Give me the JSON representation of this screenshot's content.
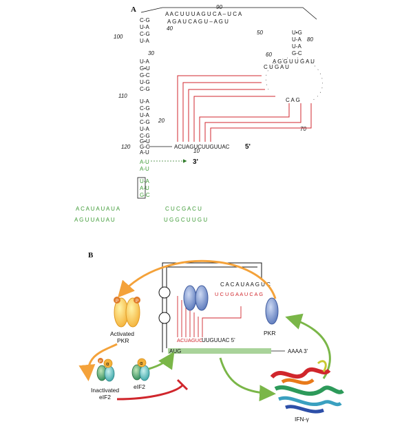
{
  "panels": {
    "a": "A",
    "b": "B"
  },
  "panel_a": {
    "top_loop": "A A C U U U A G U C A – U C A",
    "top_strand": "A G A U C A G U – A G U",
    "num_90": "90",
    "num_40": "40",
    "num_50": "50",
    "num_100": "100",
    "num_30": "30",
    "num_80": "80",
    "num_60": "60",
    "num_110": "110",
    "num_20": "20",
    "num_120": "120",
    "num_10": "10",
    "num_70": "70",
    "left_stem_top": [
      "C-G",
      "U-A",
      "C-G",
      "U-A"
    ],
    "left_mid": [
      "U-A",
      "G•U",
      "G-C",
      "U-G",
      "C-G"
    ],
    "left_low": [
      "U-A",
      "C-G",
      "U-A",
      "C-G",
      "U-A",
      "C-G",
      "G•U",
      "G-C",
      "A-U"
    ],
    "right_stem": [
      "U•G",
      "U-A",
      "U-A",
      "G-C"
    ],
    "loop_right": "A G G U U G A U",
    "red_strand": "C U G A U",
    "red_loop_right": "C A G",
    "five_seq": "ACUAGUCUUGUUAC",
    "five_label": "5'",
    "three_label": "3'",
    "green_stem": [
      "A-U",
      "A-U",
      "U-A",
      "A-U",
      "G-C"
    ],
    "green_hairpin_left_top": "A C A U A U A U A",
    "green_hairpin_left_bot": "A G U U A U A U",
    "green_hairpin_right_top": "C U C G A C U",
    "green_hairpin_right_bot": "U G G C U U G U"
  },
  "panel_b": {
    "p_label": "P",
    "alpha": "α",
    "activated_pkr": [
      "Activated",
      "PKR"
    ],
    "inactivated_eif2": [
      "Inactivated",
      "eIF2"
    ],
    "eif2": "eIF2",
    "pkr": "PKR",
    "ifn": "IFN-γ",
    "aug": "AUG",
    "aaaa": "AAAA 3'",
    "red_seq": "ACUAGUC",
    "black_seq": "UUGUUAC 5'",
    "loop_letters": "C A C A U A A G U C",
    "red_letters": "U C U G A A U C A G",
    "colors": {
      "orange": "#f4a23a",
      "green": "#7ab648",
      "red": "#d0262c",
      "blue": "#6f8fc9",
      "mrna": "#a9d39a"
    }
  }
}
